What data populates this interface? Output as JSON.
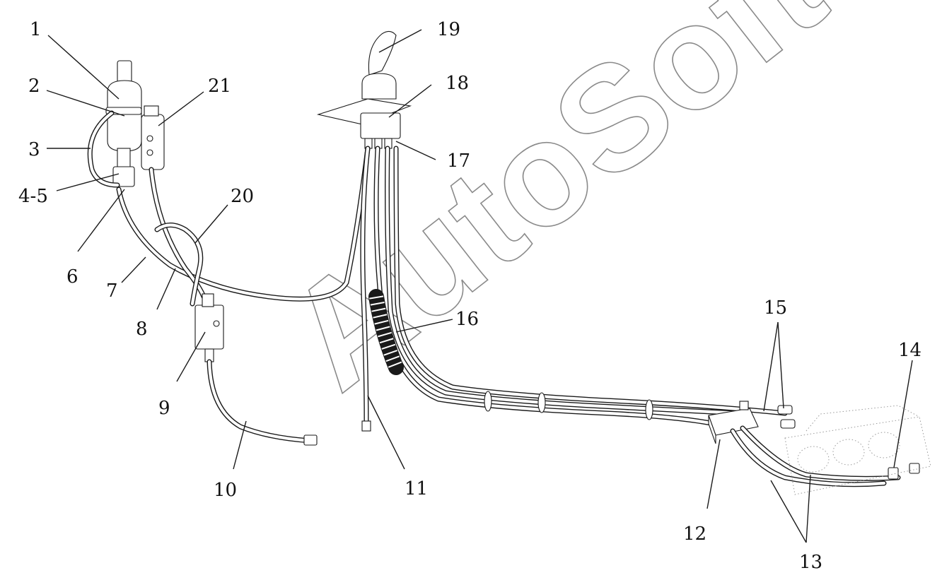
{
  "watermark": {
    "text": "AutoSoft"
  },
  "callouts": [
    {
      "label": "1"
    },
    {
      "label": "2"
    },
    {
      "label": "3"
    },
    {
      "label": "4-5"
    },
    {
      "label": "6"
    },
    {
      "label": "7"
    },
    {
      "label": "8"
    },
    {
      "label": "9"
    },
    {
      "label": "10"
    },
    {
      "label": "11"
    },
    {
      "label": "12"
    },
    {
      "label": "13"
    },
    {
      "label": "14"
    },
    {
      "label": "15"
    },
    {
      "label": "16"
    },
    {
      "label": "17"
    },
    {
      "label": "18"
    },
    {
      "label": "19"
    },
    {
      "label": "20"
    },
    {
      "label": "21"
    }
  ],
  "colors": {
    "ink": "#1a1a1a",
    "watermark": "#8a8a8a",
    "background": "#ffffff"
  }
}
